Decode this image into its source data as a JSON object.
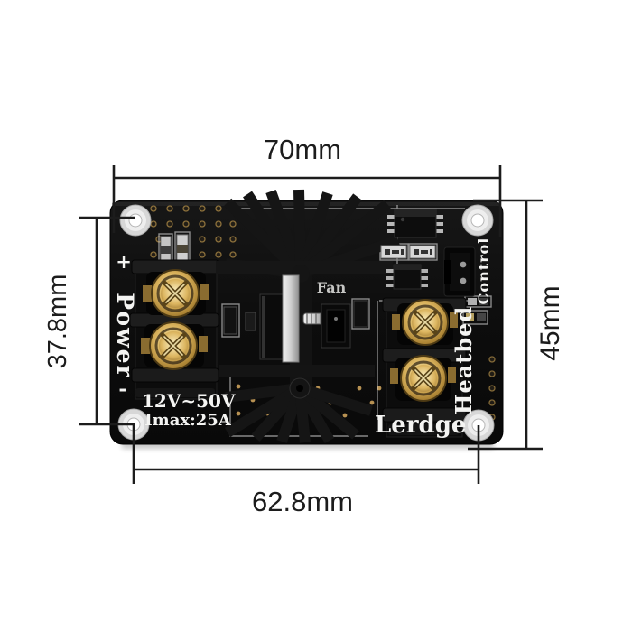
{
  "annotations": {
    "top_width": "70mm",
    "bottom_width": "62.8mm",
    "left_height": "37.8mm",
    "right_height": "45mm"
  },
  "board": {
    "brand": "Lerdge",
    "power": {
      "plus": "+",
      "label": "Power",
      "minus": "-"
    },
    "specs": {
      "voltage_range": "12V~50V",
      "max_current": "Imax:25A"
    },
    "fan_label": "Fan",
    "control_label": "Control",
    "heatbed_label": "Heatbed"
  },
  "colors": {
    "background": "#ffffff",
    "pcb": "#0e0e0e",
    "heatsink": "#151515",
    "brass": "#cfa045",
    "silkscreen": "#f4f4f2",
    "dimension_lines": "#1c1c1c"
  }
}
